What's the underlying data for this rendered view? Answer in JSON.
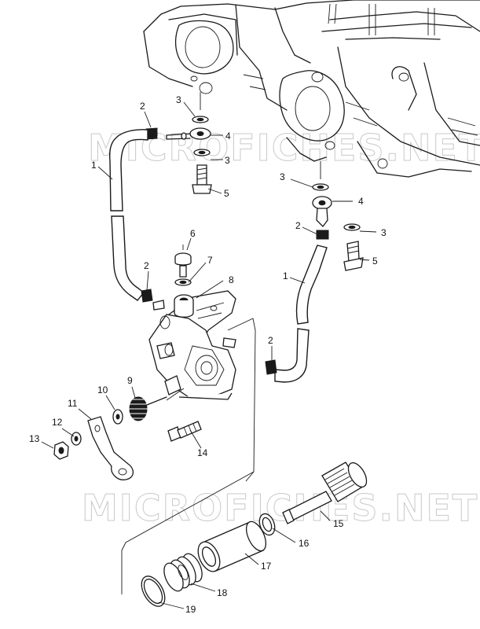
{
  "watermark": {
    "text": "MICROFICHES.NET"
  },
  "callouts": {
    "c1a": "1",
    "c1b": "1",
    "c2a": "2",
    "c2b": "2",
    "c2c": "2",
    "c2d": "2",
    "c3a": "3",
    "c3b": "3",
    "c3c": "3",
    "c3d": "3",
    "c4a": "4",
    "c4b": "4",
    "c5a": "5",
    "c5b": "5",
    "c6": "6",
    "c7": "7",
    "c8": "8",
    "c9": "9",
    "c10": "10",
    "c11": "11",
    "c12": "12",
    "c13": "13",
    "c14": "14",
    "c15": "15",
    "c16": "16",
    "c17": "17",
    "c18": "18",
    "c19": "19"
  }
}
